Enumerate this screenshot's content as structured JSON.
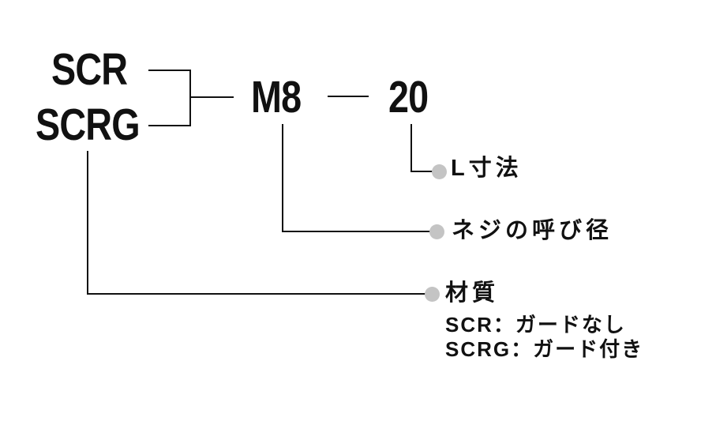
{
  "codes": {
    "scr": "SCR",
    "scrg": "SCRG",
    "thread_size": "M8",
    "length": "20"
  },
  "labels": {
    "l_dimension": "L寸法",
    "thread_diameter": "ネジの呼び径",
    "material": "材質"
  },
  "notes": {
    "scr": "SCR：ガードなし",
    "scrg": "SCRG：ガード付き"
  },
  "colors": {
    "ink": "#111111",
    "bullet": "#c4c4c4",
    "background": "#ffffff"
  }
}
